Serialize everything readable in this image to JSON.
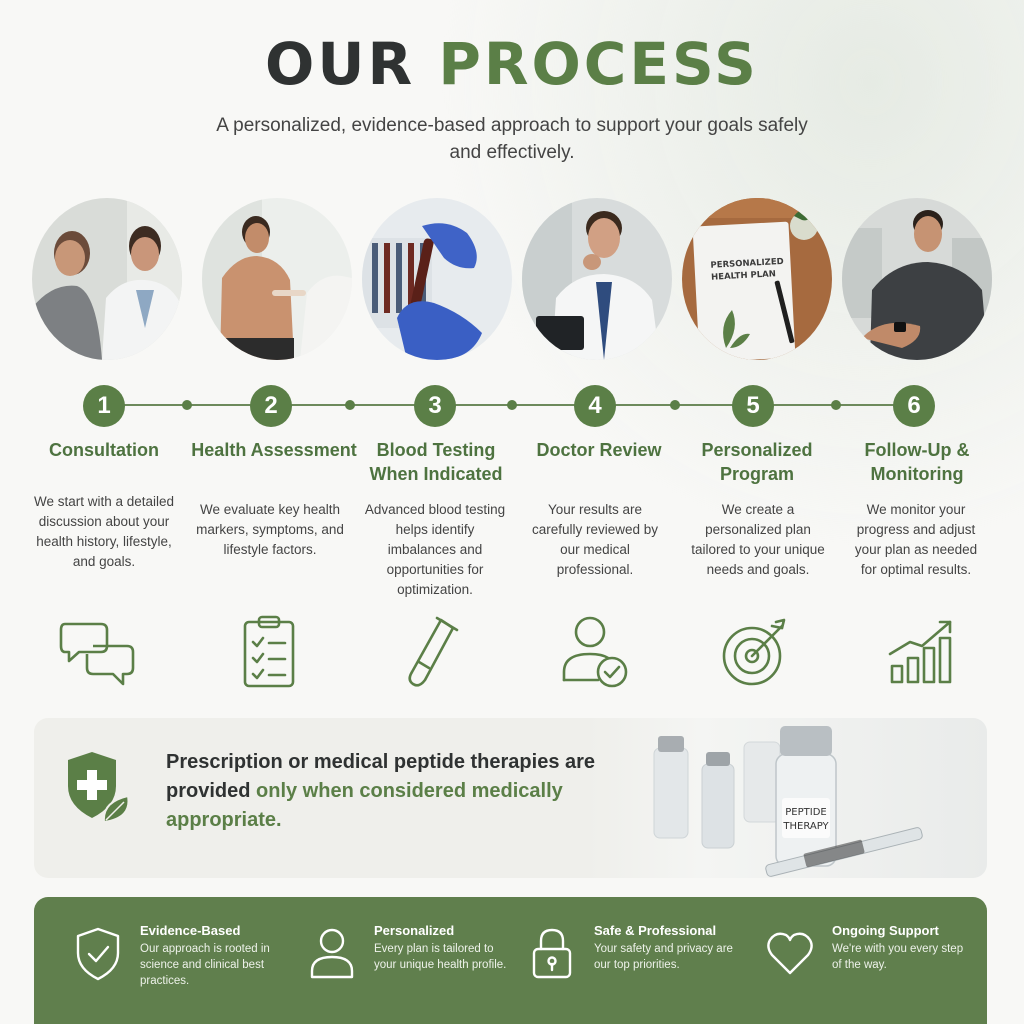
{
  "header": {
    "title_part1": "OUR",
    "title_part2": "PROCESS",
    "subtitle": "A personalized, evidence-based approach to support your goals safely and effectively."
  },
  "steps": [
    {
      "number": "1",
      "title": "Consultation",
      "description": "We start with a detailed discussion about your health history, lifestyle, and goals.",
      "icon": "chat-bubbles-icon",
      "photo": "doctor-consultation-photo"
    },
    {
      "number": "2",
      "title": "Health Assessment",
      "description": "We evaluate key health markers, symptoms, and lifestyle factors.",
      "icon": "clipboard-checklist-icon",
      "photo": "health-assessment-photo"
    },
    {
      "number": "3",
      "title": "Blood Testing When Indicated",
      "description": "Advanced blood testing helps identify imbalances and opportunities for optimization.",
      "icon": "test-tube-icon",
      "photo": "blood-testing-photo"
    },
    {
      "number": "4",
      "title": "Doctor Review",
      "description": "Your results are carefully reviewed by our medical professional.",
      "icon": "user-check-icon",
      "photo": "doctor-review-photo"
    },
    {
      "number": "5",
      "title": "Personalized Program",
      "description": "We create a personalized plan tailored to your unique needs and goals.",
      "icon": "target-arrow-icon",
      "photo": "health-plan-photo",
      "photo_text": "PERSONALIZED HEALTH PLAN"
    },
    {
      "number": "6",
      "title": "Follow-Up & Monitoring",
      "description": "We monitor your progress and adjust your plan as needed for optimal results.",
      "icon": "growth-chart-icon",
      "photo": "follow-up-photo"
    }
  ],
  "notice": {
    "text_part1": "Prescription or medical peptide therapies are provided",
    "text_highlight": "only when considered medically appropriate.",
    "vial_label": "PEPTIDE THERAPY",
    "icon": "medical-shield-icon"
  },
  "features": [
    {
      "title": "Evidence-Based",
      "description": "Our approach is rooted in science and clinical best practices.",
      "icon": "shield-check-icon"
    },
    {
      "title": "Personalized",
      "description": "Every plan is tailored to your unique health profile.",
      "icon": "person-icon"
    },
    {
      "title": "Safe & Professional",
      "description": "Your safety and privacy are our top priorities.",
      "icon": "lock-icon"
    },
    {
      "title": "Ongoing Support",
      "description": "We're with you every step of the way.",
      "icon": "heart-icon"
    }
  ],
  "colors": {
    "brand_green": "#5b7f47",
    "dark_text": "#2f3232",
    "panel_green": "#607f4d"
  }
}
